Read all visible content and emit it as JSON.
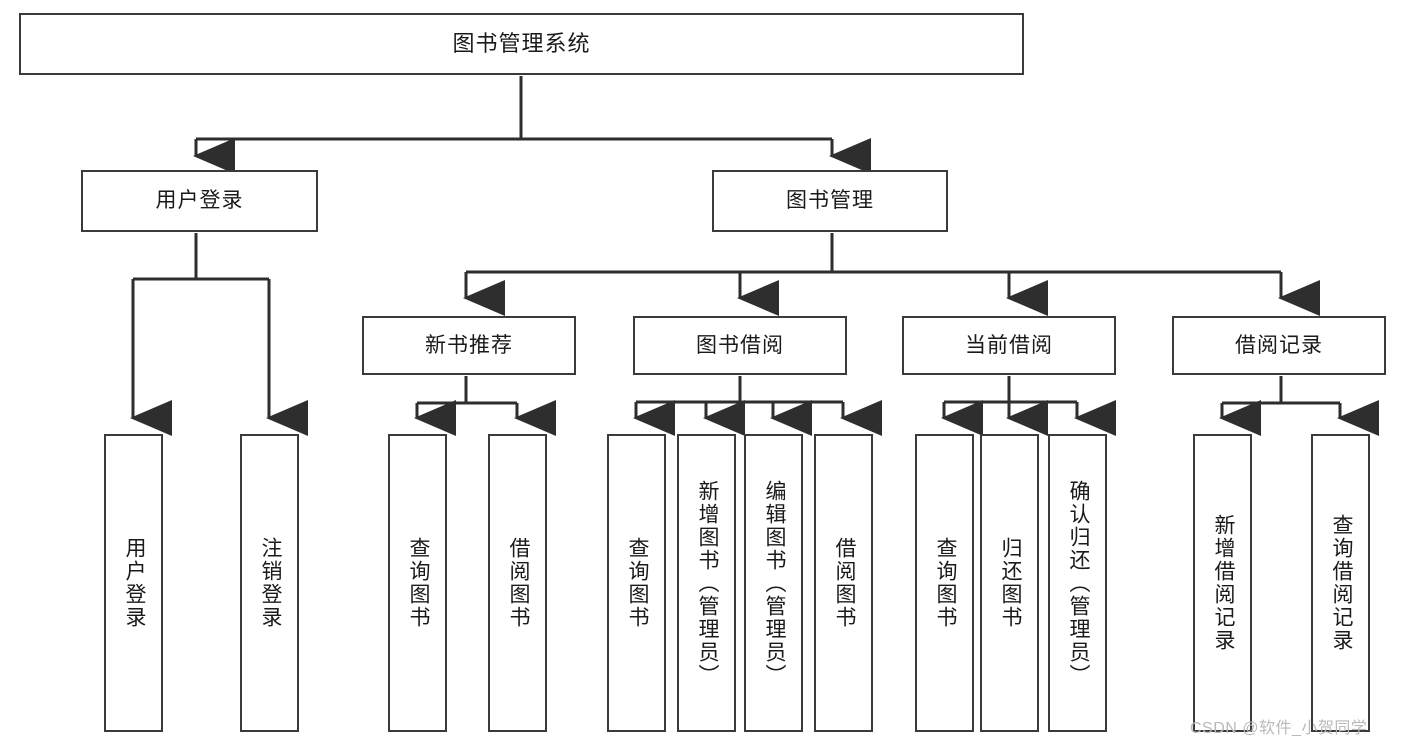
{
  "diagram": {
    "title": "图书管理系统",
    "type": "tree-hierarchy",
    "watermark": "CSDN @软件_小贺同学",
    "stroke_color": "#3a3a3a",
    "background_color": "#ffffff",
    "text_color": "#1a1a1a",
    "watermark_color": "#b9b9b9"
  },
  "nodes": {
    "root": {
      "label": "图书管理系统",
      "level": 1,
      "orientation": "horizontal"
    },
    "level2": [
      {
        "id": "user-login",
        "label": "用户登录",
        "orientation": "horizontal"
      },
      {
        "id": "book-manage",
        "label": "图书管理",
        "orientation": "horizontal"
      }
    ],
    "level3": [
      {
        "id": "new-book-recommend",
        "label": "新书推荐",
        "orientation": "horizontal",
        "parent": "book-manage"
      },
      {
        "id": "book-borrow",
        "label": "图书借阅",
        "orientation": "horizontal",
        "parent": "book-manage"
      },
      {
        "id": "current-borrow",
        "label": "当前借阅",
        "orientation": "horizontal",
        "parent": "book-manage"
      },
      {
        "id": "borrow-record",
        "label": "借阅记录",
        "orientation": "horizontal",
        "parent": "book-manage"
      }
    ],
    "leaves": [
      {
        "id": "leaf-user-login",
        "label": "用户登录",
        "parent": "user-login",
        "orientation": "vertical"
      },
      {
        "id": "leaf-logout-login",
        "label": "注销登录",
        "parent": "user-login",
        "orientation": "vertical"
      },
      {
        "id": "leaf-query-book-1",
        "label": "查询图书",
        "parent": "new-book-recommend",
        "orientation": "vertical"
      },
      {
        "id": "leaf-borrow-book-1",
        "label": "借阅图书",
        "parent": "new-book-recommend",
        "orientation": "vertical"
      },
      {
        "id": "leaf-query-book-2",
        "label": "查询图书",
        "parent": "book-borrow",
        "orientation": "vertical"
      },
      {
        "id": "leaf-add-book",
        "label": "新增图书（管理员）",
        "parent": "book-borrow",
        "orientation": "vertical"
      },
      {
        "id": "leaf-edit-book",
        "label": "编辑图书（管理员）",
        "parent": "book-borrow",
        "orientation": "vertical"
      },
      {
        "id": "leaf-borrow-book-2",
        "label": "借阅图书",
        "parent": "book-borrow",
        "orientation": "vertical"
      },
      {
        "id": "leaf-query-book-3",
        "label": "查询图书",
        "parent": "current-borrow",
        "orientation": "vertical"
      },
      {
        "id": "leaf-return-book",
        "label": "归还图书",
        "parent": "current-borrow",
        "orientation": "vertical"
      },
      {
        "id": "leaf-confirm-return",
        "label": "确认归还（管理员）",
        "parent": "current-borrow",
        "orientation": "vertical"
      },
      {
        "id": "leaf-add-record",
        "label": "新增借阅记录",
        "parent": "borrow-record",
        "orientation": "vertical"
      },
      {
        "id": "leaf-query-record",
        "label": "查询借阅记录",
        "parent": "borrow-record",
        "orientation": "vertical"
      }
    ]
  }
}
